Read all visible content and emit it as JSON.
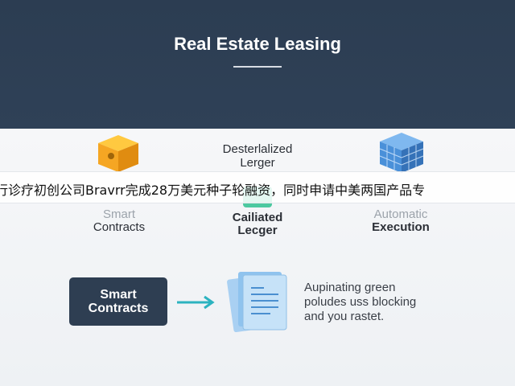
{
  "header": {
    "title": "Real Estate Leasing"
  },
  "center": {
    "ledger_top_line1": "Desterlalized",
    "ledger_top_line2": "Lerger",
    "ledger_bottom_line1": "Cailiated",
    "ledger_bottom_line2": "Lecger"
  },
  "banner": {
    "text": "行诊疗初创公司Bravrr完成28万美元种子轮融资，同时申请中美两国产品专"
  },
  "columns": [
    {
      "line1": "Smart",
      "line2": "Contracts",
      "icon": "orange-cube-icon"
    },
    {
      "line1": "Automatic",
      "line2": "Execution",
      "icon": "blue-grid-cube-icon"
    }
  ],
  "bottom": {
    "button_line1": "Smart",
    "button_line2": "Contracts",
    "desc_line1": "Aupinating green",
    "desc_line2": "poludes uss blocking",
    "desc_line3": "and you rastet."
  },
  "colors": {
    "header_bg": "#2c3d52",
    "accent_arrow": "#2bb3c0",
    "orange": "#f5a623",
    "blue": "#4a90d9",
    "green": "#4cc9a0"
  }
}
